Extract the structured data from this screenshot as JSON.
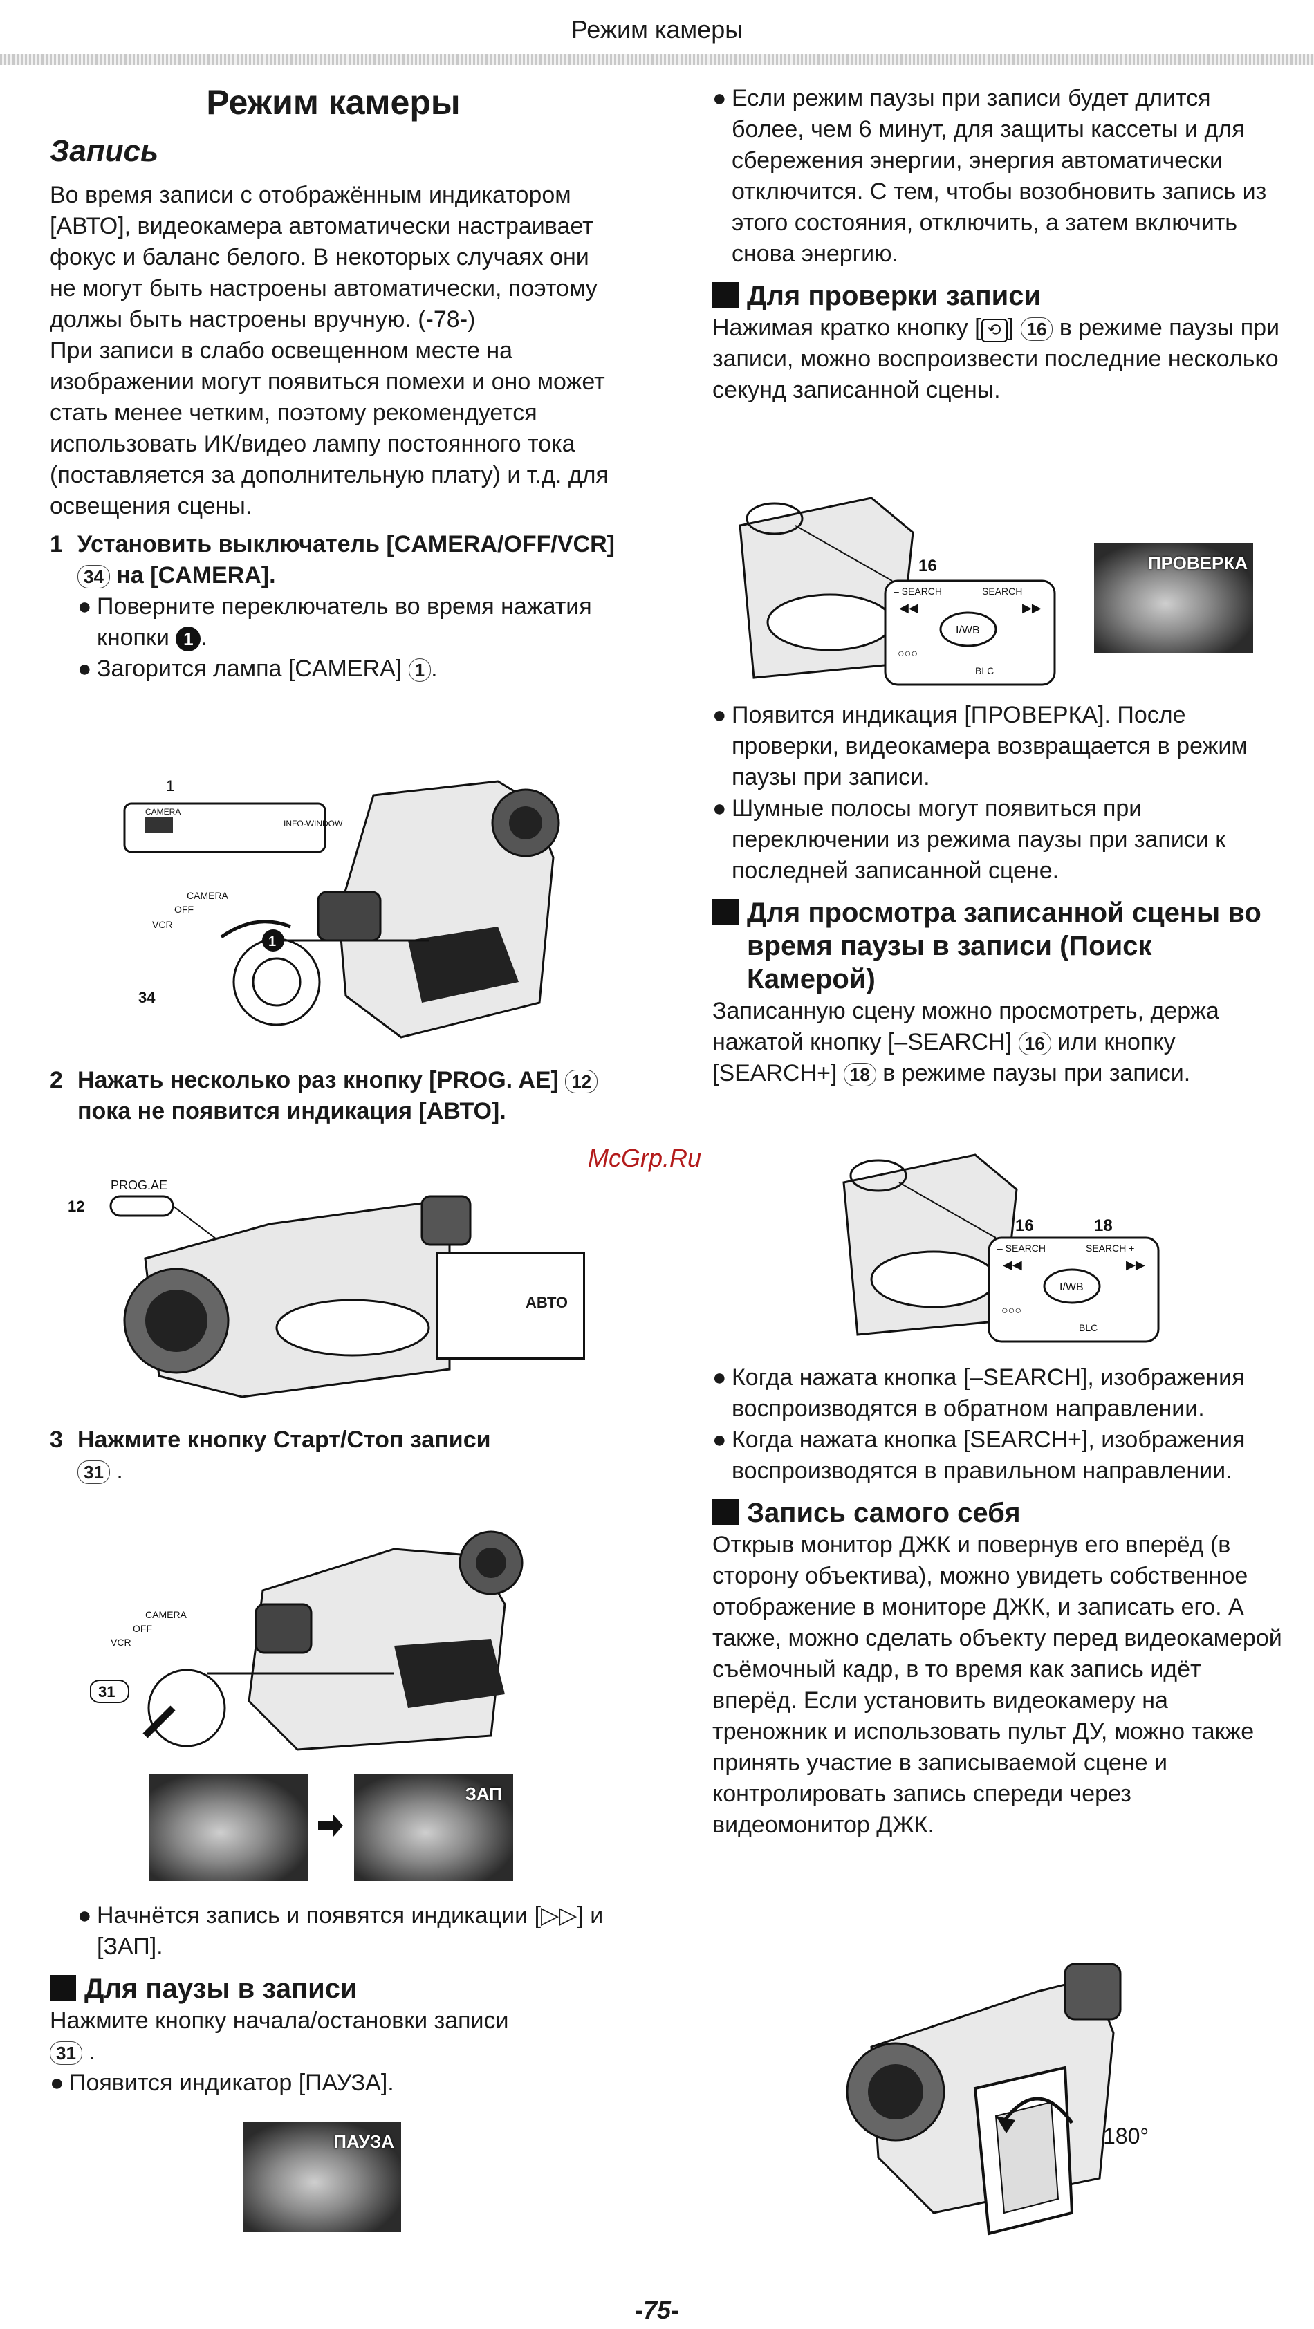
{
  "header": {
    "running_title": "Режим камеры"
  },
  "left": {
    "title": "Режим камеры",
    "subtitle": "Запись",
    "intro": "Во время записи с отображённым индикатором [АВТО], видеокамера автоматически настраивает фокус и баланс белого. В некоторых случаях они не могут быть настроены автоматически, поэтому должы быть настроены вручную. (-78-)",
    "intro2": "При записи в слабо освещенном месте на изображении могут появиться помехи и оно может стать менее четким, поэтому рекомендуется использовать ИК/видео лампу постоянного тока (поставляется за дополнительную плату) и т.д. для освещения сцены.",
    "step1": {
      "num": "1",
      "text": "Установить выключатель [CAMERA/OFF/VCR]",
      "ref": "34",
      "text_end": "на [CAMERA]."
    },
    "step1_b1": {
      "text": "Поверните переключатель во время нажатия кнопки",
      "ref": "1"
    },
    "step1_b2": {
      "text": "Загорится лампа [CAMERA]",
      "ref": "1"
    },
    "fig1": {
      "ref_top": "1",
      "lamp_label": "CAMERA",
      "window_label": "INFO-WINDOW",
      "camera": "CAMERA",
      "off": "OFF",
      "vcr": "VCR",
      "ref_34": "34",
      "badge": "1"
    },
    "step2": {
      "num": "2",
      "text": "Нажать несколько раз кнопку [PROG. AE]",
      "ref": "12",
      "text_end": "пока не появится индикация [АВТО]."
    },
    "fig2": {
      "ref": "12",
      "button_label": "PROG.AE",
      "screen_text": "АВТО"
    },
    "step3": {
      "num": "3",
      "text": "Нажмите кнопку Старт/Стоп записи",
      "ref": "31"
    },
    "fig3": {
      "camera": "CAMERA",
      "off": "OFF",
      "vcr": "VCR",
      "ref": "31",
      "shot_right_text": "ЗАП"
    },
    "step3_b1": "Начнётся запись и появятся индикации [▷▷] и [ЗАП].",
    "pause_heading": "Для паузы в записи",
    "pause_text": "Нажмите кнопку начала/остановки записи",
    "pause_ref": "31",
    "pause_b1": "Появится индикатор [ПАУЗА].",
    "pause_shot_text": "ПАУЗА"
  },
  "right": {
    "b_pause_off": "Если режим паузы при записи будет длится более, чем 6 минут, для защиты кассеты и для сбережения энергии, энергия автоматически отключится. С тем, чтобы возобновить запись из этого состояния, отключить, а затем включить снова энергию.",
    "check_heading": "Для проверки записи",
    "check_text_a": "Нажимая кратко кнопку [",
    "check_text_b": "]",
    "check_ref": "16",
    "check_text_c": "в режиме паузы при записи, можно воспроизвести последние несколько секунд записанной сцены.",
    "fig4": {
      "ref": "16",
      "minus_search": "– SEARCH",
      "search": "SEARCH",
      "iwb": "I/WB",
      "blc": "BLC",
      "shot_text": "ПРОВЕРКА"
    },
    "check_b1": "Появится индикация [ПРОВЕРКА]. После проверки, видеокамера возвращается в режим паузы при записи.",
    "check_b2": "Шумные полосы могут появиться при переключении из режима паузы при записи к последней записанной сцене.",
    "view_heading": "Для просмотра записанной сцены во время паузы в записи (Поиск Камерой)",
    "view_text_a": "Записанную сцену можно просмотреть, держа нажатой кнопку [–SEARCH]",
    "view_ref1": "16",
    "view_text_b": "или кнопку [SEARCH+]",
    "view_ref2": "18",
    "view_text_c": "в режиме паузы при записи.",
    "fig5": {
      "ref1": "16",
      "ref2": "18",
      "minus_search": "– SEARCH",
      "search_plus": "SEARCH +",
      "iwb": "I/WB",
      "blc": "BLC"
    },
    "view_b1": "Когда нажата кнопка [–SEARCH], изображения воспроизводятся в обратном направлении.",
    "view_b2": "Когда нажата кнопка [SEARCH+], изображения воспроизводятся в правильном направлении.",
    "self_heading": "Запись самого себя",
    "self_text": "Открыв монитор ДЖК и повернув его вперёд (в сторону объектива), можно увидеть собственное отображение в мониторе ДЖК, и записать его. А также, можно сделать объекту перед видеокамерой съёмочный кадр, в то время как запись идёт вперёд. Если установить видеокамеру на треножник и использовать пульт ДУ, можно также принять участие в записываемой сцене и контролировать запись спереди через видеомонитор ДЖК.",
    "fig6": {
      "angle": "180°"
    }
  },
  "watermark": "McGrp.Ru",
  "footer": {
    "page": "-75-"
  }
}
